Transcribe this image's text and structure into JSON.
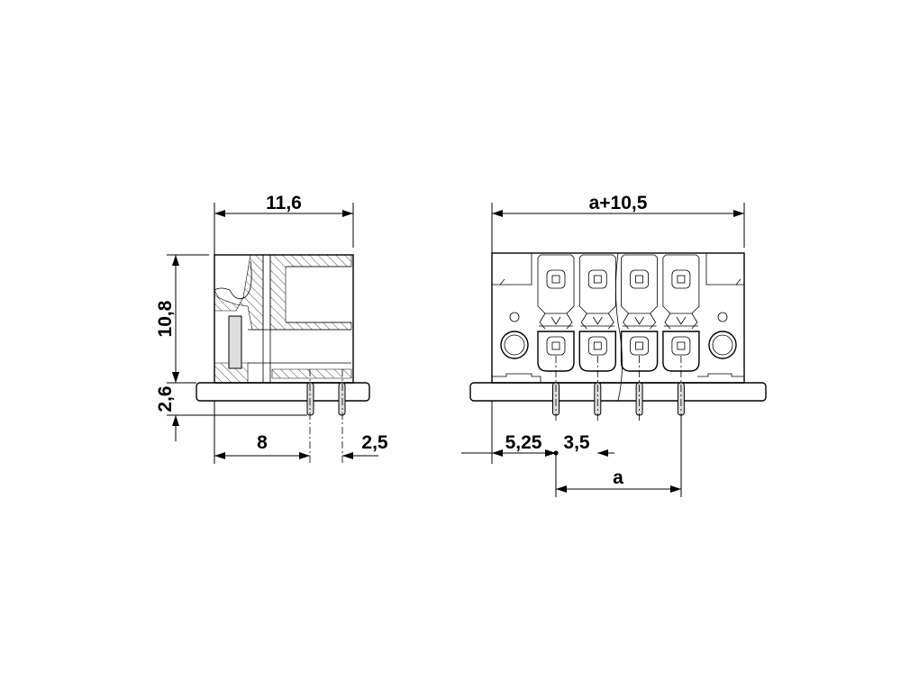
{
  "side_view": {
    "width_label": "11,6",
    "height_label": "10,8",
    "pin_length_label": "2,6",
    "pin_offset_label": "8",
    "pin_row_spacing_label": "2,5"
  },
  "front_view": {
    "width_label": "a+10,5",
    "edge_offset_label": "5,25",
    "pitch_label": "3,5",
    "span_label": "a",
    "positions": 4
  }
}
